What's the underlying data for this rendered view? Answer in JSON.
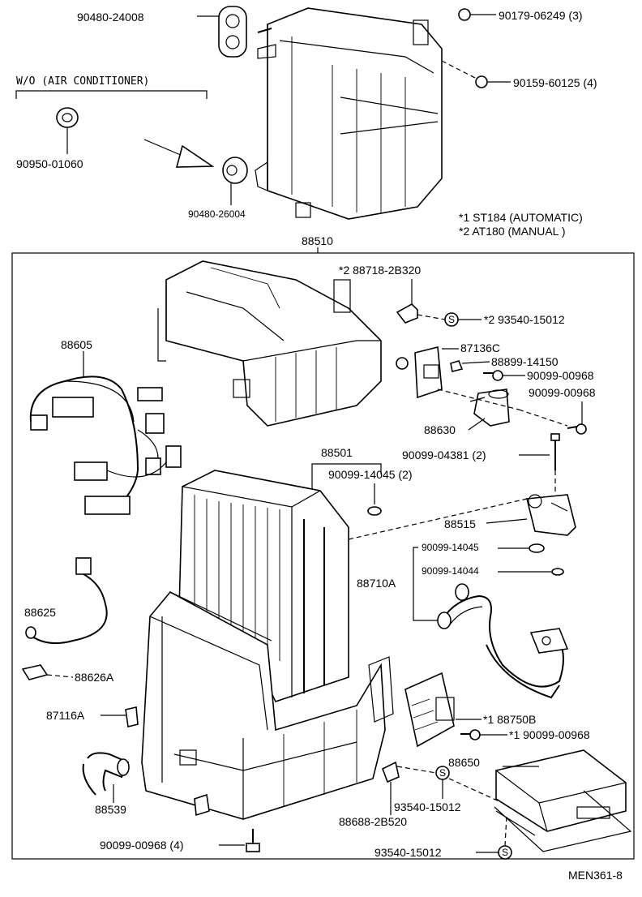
{
  "labels": {
    "p_90480_24008": "90480-24008",
    "p_90179_06249": "90179-06249 (3)",
    "p_90159_60125": "90159-60125 (4)",
    "wo_ac": "W/O (AIR CONDITIONER)",
    "p_90950_01060": "90950-01060",
    "p_90480_26004": "90480-26004",
    "note1": "*1 ST184 (AUTOMATIC)",
    "note2": "*2 AT180 (MANUAL      )",
    "p_88510": "88510",
    "p_88718": "*2 88718-2B320",
    "p_93540_a": "*2 93540-15012",
    "p_88605": "88605",
    "p_87136c": "87136C",
    "p_88899": "88899-14150",
    "p_90099_00968_a": "90099-00968",
    "p_90099_00968_b": "90099-00968",
    "p_88630": "88630",
    "p_88501": "88501",
    "p_90099_04381": "90099-04381 (2)",
    "p_90099_14045_2": "90099-14045 (2)",
    "p_88515": "88515",
    "p_90099_14045": "90099-14045",
    "p_90099_14044": "90099-14044",
    "p_88710a": "88710A",
    "p_88625": "88625",
    "p_88626a": "88626A",
    "p_87116a": "87116A",
    "p_88750b": "*1 88750B",
    "p_90099_00968_c": "*1 90099-00968",
    "p_88650": "88650",
    "p_88539": "88539",
    "p_93540_b": "93540-15012",
    "p_88688": "88688-2B520",
    "p_90099_00968_4": "90099-00968 (4)",
    "p_93540_c": "93540-15012",
    "code": "MEN361-8"
  }
}
